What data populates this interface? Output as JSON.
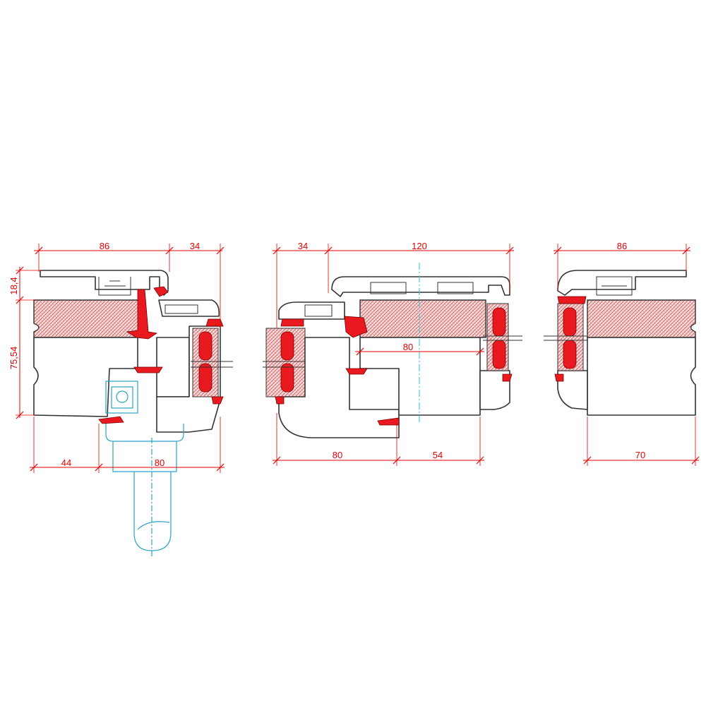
{
  "colors": {
    "dimension": "#e60000",
    "outline": "#333333",
    "seal": "#e8191f",
    "hardware": "#2aa3c9",
    "centerline": "#1ec8e0"
  },
  "drawing": {
    "left_section": {
      "dims": {
        "top_left_width": "86",
        "top_right_width": "34",
        "height_upper": "18,4",
        "height_total": "75,54",
        "bottom_left": "44",
        "bottom_right": "80"
      }
    },
    "middle_section": {
      "dims": {
        "top_left_width": "34",
        "top_right_width": "120",
        "inner_width": "80",
        "bottom_left": "80",
        "bottom_right": "54"
      }
    },
    "right_section": {
      "dims": {
        "top_width": "86",
        "bottom_width": "70"
      }
    }
  }
}
